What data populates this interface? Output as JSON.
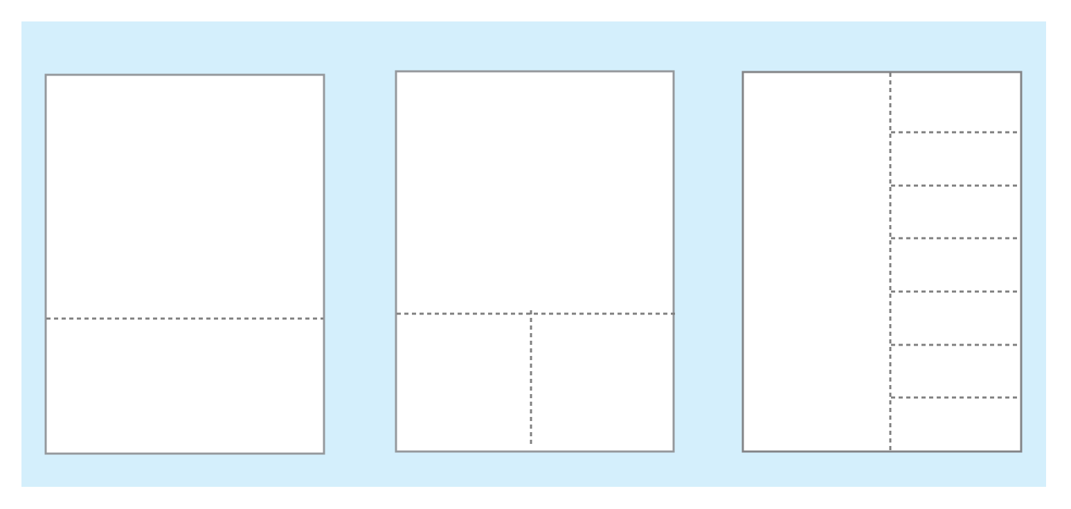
{
  "colors": {
    "background": "#d4effc",
    "page_fill": "#ffffff",
    "page_border": "#95989c",
    "page_border_dark": "#838487",
    "divider": "#7f7f7f"
  },
  "layouts": [
    {
      "name": "single-split",
      "panels": 2
    },
    {
      "name": "top-plus-two",
      "panels": 3
    },
    {
      "name": "main-plus-seven",
      "panels": 8
    }
  ]
}
